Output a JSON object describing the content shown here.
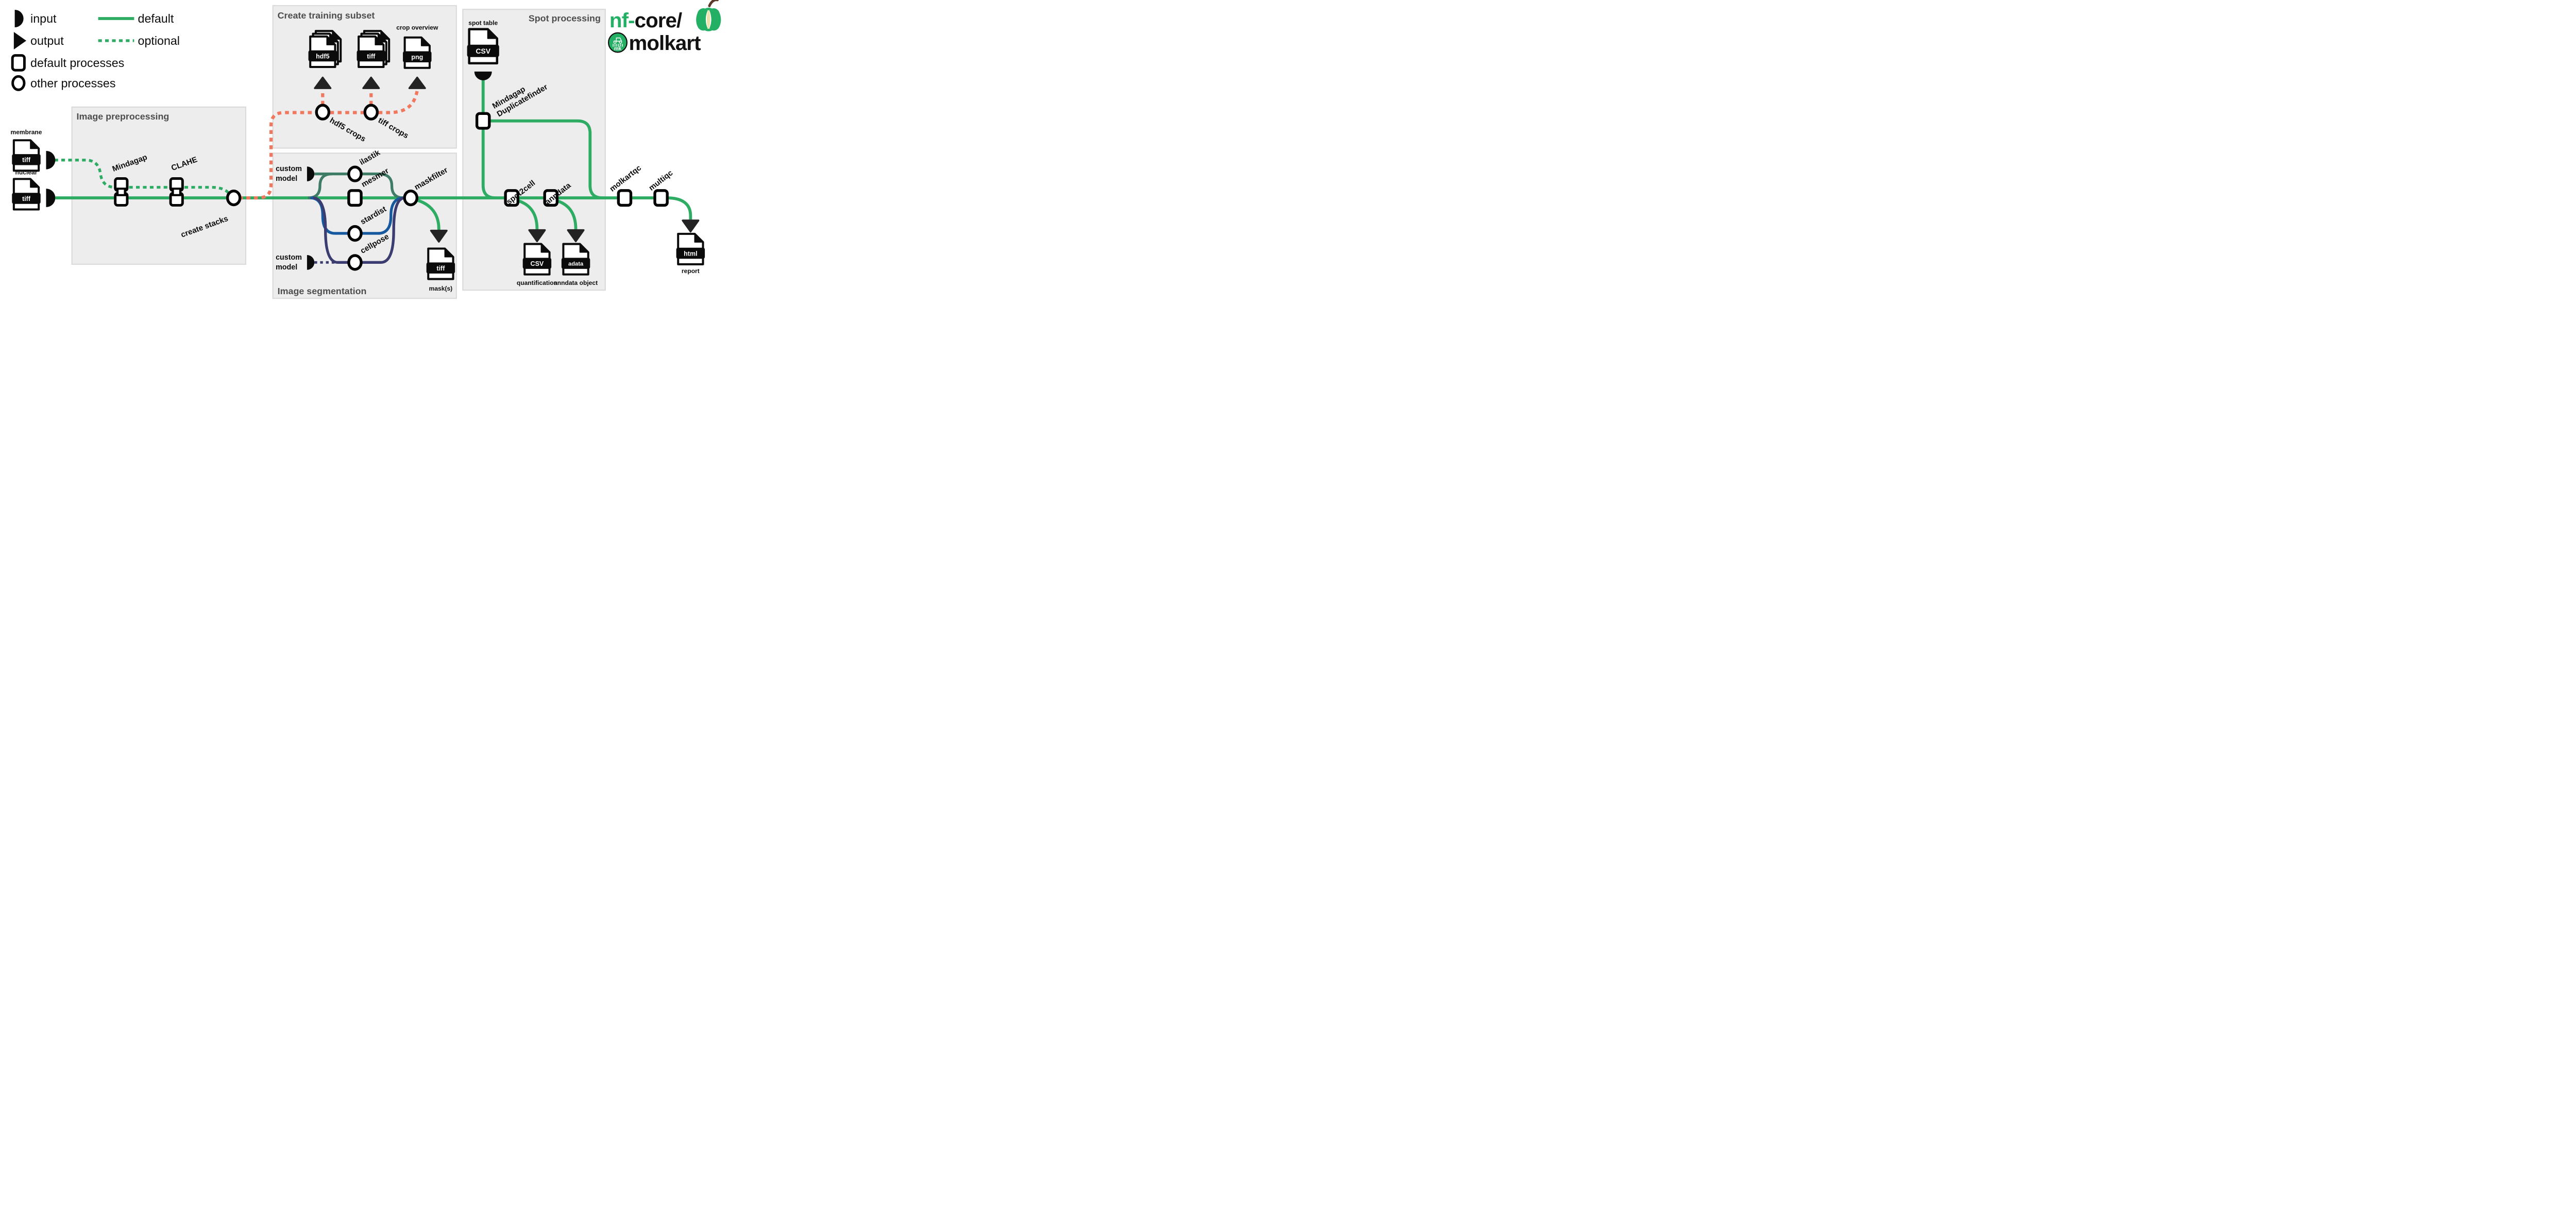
{
  "legend": {
    "input": "input",
    "output": "output",
    "default_processes": "default processes",
    "other_processes": "other processes",
    "default_line": "default",
    "optional_line": "optional"
  },
  "logo": {
    "nf": "nf-",
    "core": "core/",
    "name": "molkart",
    "badge": "mk"
  },
  "boxes": {
    "preprocessing": "Image preprocessing",
    "training_subset": "Create training subset",
    "segmentation": "Image segmentation",
    "spot_processing": "Spot processing"
  },
  "inputs": {
    "membrane_label": "membrane",
    "membrane_ext": "tiff",
    "nuclear_label": "nuclear",
    "nuclear_ext": "tiff",
    "spot_table_label": "spot table",
    "spot_table_ext": "CSV",
    "custom_model_line1": "custom",
    "custom_model_line2": "model"
  },
  "processes": {
    "mindagap": "Mindagap",
    "clahe": "CLAHE",
    "create_stacks": "create stacks",
    "hdf5_crops": "hdf5 crops",
    "tiff_crops": "tiff crops",
    "ilastik": "ilastik",
    "mesmer": "mesmer",
    "stardist": "stardist",
    "cellpose": "cellpose",
    "maskfilter": "maskfilter",
    "duplicatefinder_line1": "Mindagap",
    "duplicatefinder_line2": "Duplicatefinder",
    "spot2cell": "spot2cell",
    "anndata": "anndata",
    "molkartqc": "molkartqc",
    "multiqc": "multiqc"
  },
  "outputs": {
    "hdf5_ext": "hdf5",
    "tiff_ext": "tiff",
    "png_ext": "png",
    "crop_overview_label": "crop overview",
    "mask_ext": "tiff",
    "mask_label": "mask(s)",
    "quant_ext": "CSV",
    "quant_label": "quantification",
    "adata_ext": "adata",
    "adata_label": "anndata object",
    "report_ext": "html",
    "report_label": "report"
  },
  "colors": {
    "default_line": "#2FAC63",
    "optional_training_line": "#F0785F",
    "ilastik_line": "#3E7C65",
    "stardist_line": "#17599E",
    "cellpose_line": "#3B3D70",
    "logo_green": "#24B064",
    "box_background": "#EDEDED"
  }
}
